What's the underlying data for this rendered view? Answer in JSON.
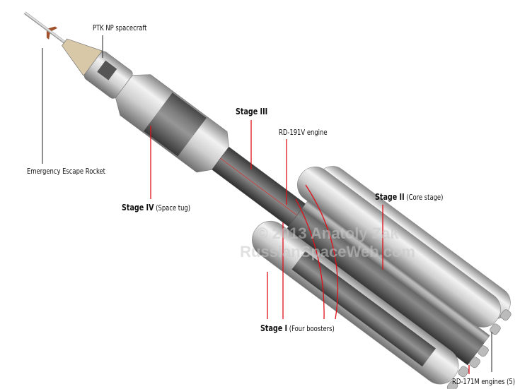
{
  "labels": {
    "ptk": "PTK NP spacecraft",
    "escape": "Emergency Escape Rocket",
    "stage4_bold": "Stage IV",
    "stage4_note": "(Space tug)",
    "stage3_bold": "Stage III",
    "rd191": "RD-191V engine",
    "stage2_bold": "Stage II",
    "stage2_note": "(Core stage)",
    "stage1_bold": "Stage I",
    "stage1_note": "(Four boosters)",
    "rd171": "RD-171M engines (5)"
  },
  "watermark": {
    "line1": "© 2013 Anatoly Zak",
    "line2": "RussianSpaceWeb.com"
  },
  "colors": {
    "leader_red": "#e0101a",
    "leader_black": "#222222"
  }
}
